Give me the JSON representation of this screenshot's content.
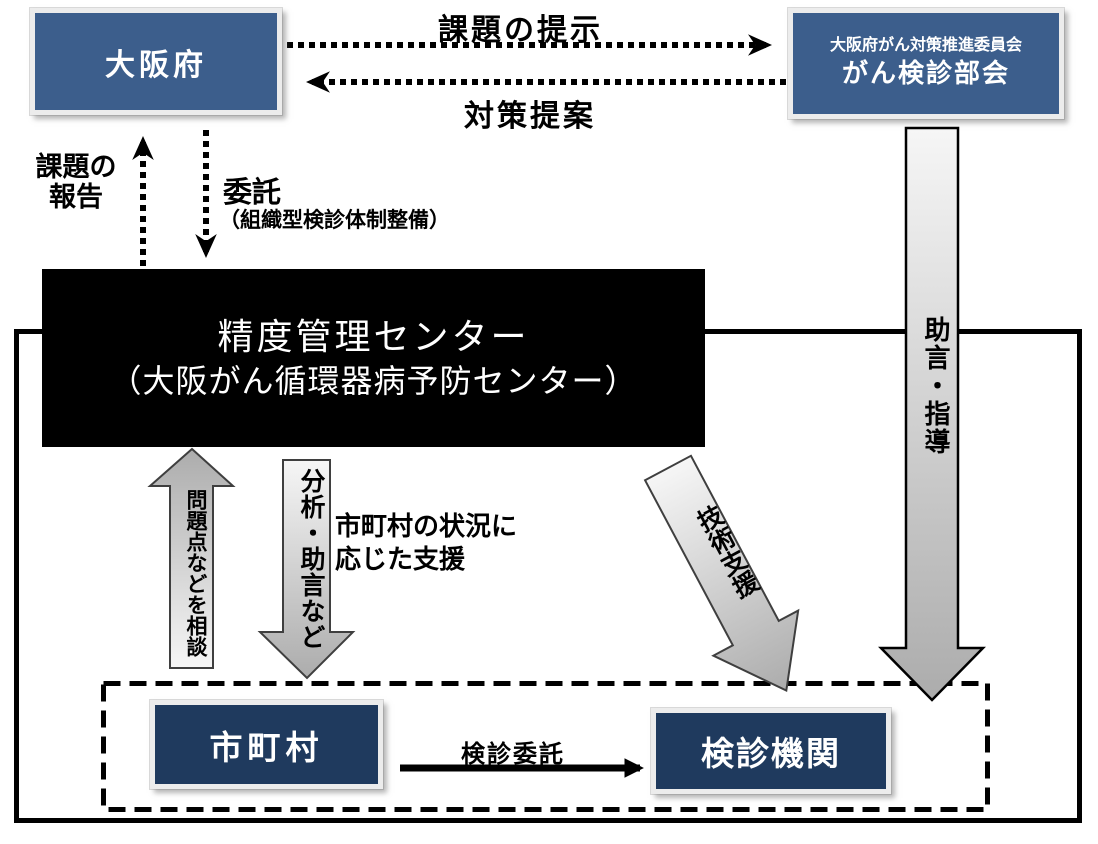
{
  "diagram": {
    "boxes": {
      "osaka": {
        "label": "大阪府"
      },
      "committee": {
        "line1": "大阪府がん対策推進委員会",
        "line2": "がん検診部会"
      },
      "qc_center": {
        "line1": "精度管理センター",
        "line2": "（大阪がん循環器病予防センター）"
      },
      "municipality": {
        "label": "市町村"
      },
      "institution": {
        "label": "検診機関"
      }
    },
    "labels": {
      "issue_presentation": "課題の提示",
      "countermeasure_proposal": "対策提案",
      "issue_report_line1": "課題の",
      "issue_report_line2": "報告",
      "commission": "委託",
      "commission_note": "（組織型検診体制整備）",
      "consult_problems": "問題点などを相談",
      "analysis_advice": "分析・助言など",
      "support_note_line1": "市町村の状況に",
      "support_note_line2": "応じた支援",
      "technical_support": "技術支援",
      "advice_guidance": "助言・指導",
      "screening_commission": "検診委託"
    },
    "colors": {
      "box_blue": "#3C5E8C",
      "box_navy": "#1F3A5E",
      "box_black": "#000000",
      "box_frame": "#ECECEC",
      "arrow_gradient_light": "#F6F6F6",
      "arrow_gradient_dark": "#ACACAC",
      "line_black": "#000000"
    }
  }
}
